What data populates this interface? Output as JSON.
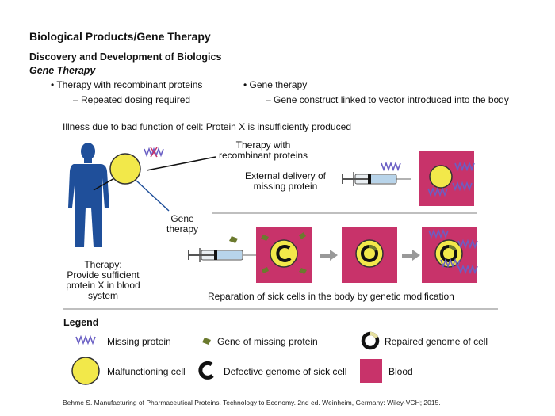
{
  "title": "Biological Products/Gene Therapy",
  "subtitle": "Discovery and Development of Biologics",
  "section": "Gene Therapy",
  "bullets": {
    "left_main": "• Therapy with recombinant proteins",
    "left_sub": "– Repeated dosing required",
    "right_main": "• Gene therapy",
    "right_sub": "– Gene construct linked to vector introduced into the body"
  },
  "illness": "Illness due to bad function of cell: Protein X is insufficiently produced",
  "labels": {
    "recombinant_line1": "Therapy with",
    "recombinant_line2": "recombinant proteins",
    "external_line1": "External delivery of",
    "external_line2": "missing protein",
    "gene_line1": "Gene",
    "gene_line2": "therapy",
    "therapy_line1": "Therapy:",
    "therapy_line2": "Provide sufficient",
    "therapy_line3": "protein X in blood",
    "therapy_line4": "system",
    "reparation": "Reparation of sick cells in the body by genetic modification"
  },
  "legend": {
    "title": "Legend",
    "missing_protein": "Missing protein",
    "gene_missing": "Gene of missing protein",
    "repaired": "Repaired genome of cell",
    "malfunctioning": "Malfunctioning cell",
    "defective": "Defective genome of sick cell",
    "blood": "Blood"
  },
  "citation": "Behme S. Manufacturing of Pharmaceutical Proteins. Technology to Economy. 2nd ed. Weinheim, Germany: Wiley-VCH; 2015.",
  "colors": {
    "blood": "#c8336a",
    "cell": "#f2e84a",
    "cell_stroke": "#333333",
    "person": "#1f4f9a",
    "protein": "#6a5fc4",
    "gene": "#6b7a2e",
    "arrow": "#999999"
  }
}
